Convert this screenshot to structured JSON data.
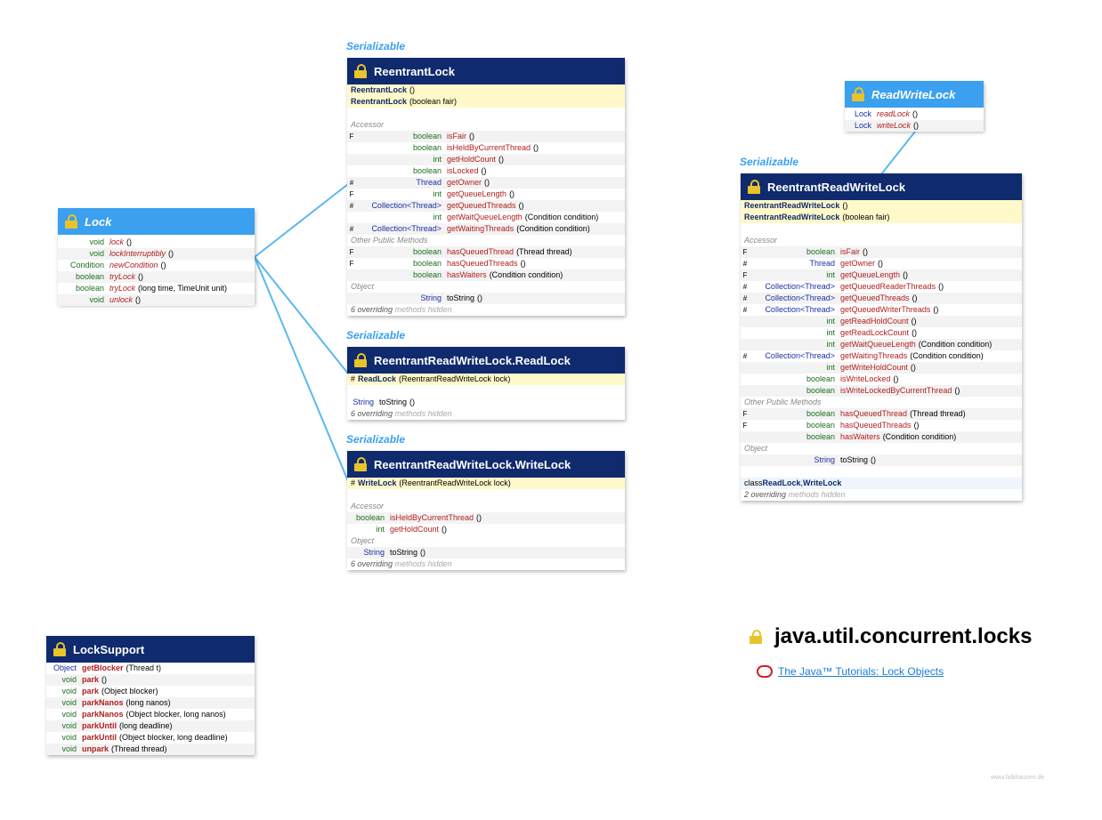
{
  "lock": {
    "title": "Lock",
    "rows": [
      {
        "t": "void",
        "n": "lock",
        "p": "()"
      },
      {
        "t": "void",
        "n": "lockInterruptibly",
        "p": "()"
      },
      {
        "t": "Condition",
        "n": "newCondition",
        "p": "()"
      },
      {
        "t": "boolean",
        "n": "tryLock",
        "p": "()"
      },
      {
        "t": "boolean",
        "n": "tryLock",
        "p": "(long time, TimeUnit unit)"
      },
      {
        "t": "void",
        "n": "unlock",
        "p": "()"
      }
    ]
  },
  "reentrant_lock": {
    "serializable": "Serializable",
    "title": "ReentrantLock",
    "ctors": [
      {
        "n": "ReentrantLock",
        "p": "()"
      },
      {
        "n": "ReentrantLock",
        "p": "(boolean fair)"
      }
    ],
    "accessor_label": "Accessor",
    "accessors": [
      {
        "m": "F",
        "t": "boolean",
        "n": "isFair",
        "p": "()"
      },
      {
        "m": "",
        "t": "boolean",
        "n": "isHeldByCurrentThread",
        "p": "()"
      },
      {
        "m": "",
        "t": "int",
        "n": "getHoldCount",
        "p": "()"
      },
      {
        "m": "",
        "t": "boolean",
        "n": "isLocked",
        "p": "()"
      },
      {
        "m": "#",
        "t": "Thread",
        "n": "getOwner",
        "p": "()"
      },
      {
        "m": "F",
        "t": "int",
        "n": "getQueueLength",
        "p": "()"
      },
      {
        "m": "#",
        "t": "Collection<Thread>",
        "n": "getQueuedThreads",
        "p": "()"
      },
      {
        "m": "",
        "t": "int",
        "n": "getWaitQueueLength",
        "p": "(Condition condition)"
      },
      {
        "m": "#",
        "t": "Collection<Thread>",
        "n": "getWaitingThreads",
        "p": "(Condition condition)"
      }
    ],
    "other_label": "Other Public Methods",
    "others": [
      {
        "m": "F",
        "t": "boolean",
        "n": "hasQueuedThread",
        "p": "(Thread thread)"
      },
      {
        "m": "F",
        "t": "boolean",
        "n": "hasQueuedThreads",
        "p": "()"
      },
      {
        "m": "",
        "t": "boolean",
        "n": "hasWaiters",
        "p": "(Condition condition)"
      }
    ],
    "object_label": "Object",
    "object_rows": [
      {
        "m": "",
        "t": "String",
        "n": "toString",
        "p": "()"
      }
    ],
    "footer_count": "6 overriding",
    "footer_text": "methods hidden"
  },
  "read_lock": {
    "serializable": "Serializable",
    "title": "ReentrantReadWriteLock.ReadLock",
    "ctor": {
      "m": "#",
      "n": "ReadLock",
      "p": "(ReentrantReadWriteLock lock)"
    },
    "row": {
      "t": "String",
      "n": "toString",
      "p": "()"
    },
    "footer_count": "6 overriding",
    "footer_text": "methods hidden"
  },
  "write_lock": {
    "serializable": "Serializable",
    "title": "ReentrantReadWriteLock.WriteLock",
    "ctor": {
      "m": "#",
      "n": "WriteLock",
      "p": "(ReentrantReadWriteLock lock)"
    },
    "accessor_label": "Accessor",
    "accessors": [
      {
        "t": "boolean",
        "n": "isHeldByCurrentThread",
        "p": "()"
      },
      {
        "t": "int",
        "n": "getHoldCount",
        "p": "()"
      }
    ],
    "object_label": "Object",
    "object_row": {
      "t": "String",
      "n": "toString",
      "p": "()"
    },
    "footer_count": "6 overriding",
    "footer_text": "methods hidden"
  },
  "read_write_lock": {
    "title": "ReadWriteLock",
    "rows": [
      {
        "t": "Lock",
        "n": "readLock",
        "p": "()"
      },
      {
        "t": "Lock",
        "n": "writeLock",
        "p": "()"
      }
    ]
  },
  "rrwl": {
    "serializable": "Serializable",
    "title": "ReentrantReadWriteLock",
    "ctors": [
      {
        "n": "ReentrantReadWriteLock",
        "p": "()"
      },
      {
        "n": "ReentrantReadWriteLock",
        "p": "(boolean fair)"
      }
    ],
    "accessor_label": "Accessor",
    "accessors": [
      {
        "m": "F",
        "t": "boolean",
        "n": "isFair",
        "p": "()"
      },
      {
        "m": "#",
        "t": "Thread",
        "n": "getOwner",
        "p": "()"
      },
      {
        "m": "F",
        "t": "int",
        "n": "getQueueLength",
        "p": "()"
      },
      {
        "m": "#",
        "t": "Collection<Thread>",
        "n": "getQueuedReaderThreads",
        "p": "()"
      },
      {
        "m": "#",
        "t": "Collection<Thread>",
        "n": "getQueuedThreads",
        "p": "()"
      },
      {
        "m": "#",
        "t": "Collection<Thread>",
        "n": "getQueuedWriterThreads",
        "p": "()"
      },
      {
        "m": "",
        "t": "int",
        "n": "getReadHoldCount",
        "p": "()"
      },
      {
        "m": "",
        "t": "int",
        "n": "getReadLockCount",
        "p": "()"
      },
      {
        "m": "",
        "t": "int",
        "n": "getWaitQueueLength",
        "p": "(Condition condition)"
      },
      {
        "m": "#",
        "t": "Collection<Thread>",
        "n": "getWaitingThreads",
        "p": "(Condition condition)"
      },
      {
        "m": "",
        "t": "int",
        "n": "getWriteHoldCount",
        "p": "()"
      },
      {
        "m": "",
        "t": "boolean",
        "n": "isWriteLocked",
        "p": "()"
      },
      {
        "m": "",
        "t": "boolean",
        "n": "isWriteLockedByCurrentThread",
        "p": "()"
      }
    ],
    "other_label": "Other Public Methods",
    "others": [
      {
        "m": "F",
        "t": "boolean",
        "n": "hasQueuedThread",
        "p": "(Thread thread)"
      },
      {
        "m": "F",
        "t": "boolean",
        "n": "hasQueuedThreads",
        "p": "()"
      },
      {
        "m": "",
        "t": "boolean",
        "n": "hasWaiters",
        "p": "(Condition condition)"
      }
    ],
    "object_label": "Object",
    "object_rows": [
      {
        "m": "",
        "t": "String",
        "n": "toString",
        "p": "()"
      }
    ],
    "nested_prefix": "class",
    "nested_a": "ReadLock",
    "nested_sep": ",",
    "nested_b": "WriteLock",
    "footer_count": "2 overriding",
    "footer_text": "methods hidden"
  },
  "lock_support": {
    "title": "LockSupport",
    "rows": [
      {
        "t": "Object",
        "n": "getBlocker",
        "p": "(Thread t)"
      },
      {
        "t": "void",
        "n": "park",
        "p": "()"
      },
      {
        "t": "void",
        "n": "park",
        "p": "(Object blocker)"
      },
      {
        "t": "void",
        "n": "parkNanos",
        "p": "(long nanos)"
      },
      {
        "t": "void",
        "n": "parkNanos",
        "p": "(Object blocker, long nanos)"
      },
      {
        "t": "void",
        "n": "parkUntil",
        "p": "(long deadline)"
      },
      {
        "t": "void",
        "n": "parkUntil",
        "p": "(Object blocker, long deadline)"
      },
      {
        "t": "void",
        "n": "unpark",
        "p": "(Thread thread)"
      }
    ]
  },
  "package_title": "java.util.concurrent.locks",
  "tutorial_link": "The Java™ Tutorials: Lock Objects",
  "watermark": "www.falkhausen.de",
  "colors": {
    "class_header": "#0f2a6d",
    "interface_header": "#3aa0ef",
    "connector": "#5bb8f0",
    "lock_icon": "#e8c32b"
  }
}
